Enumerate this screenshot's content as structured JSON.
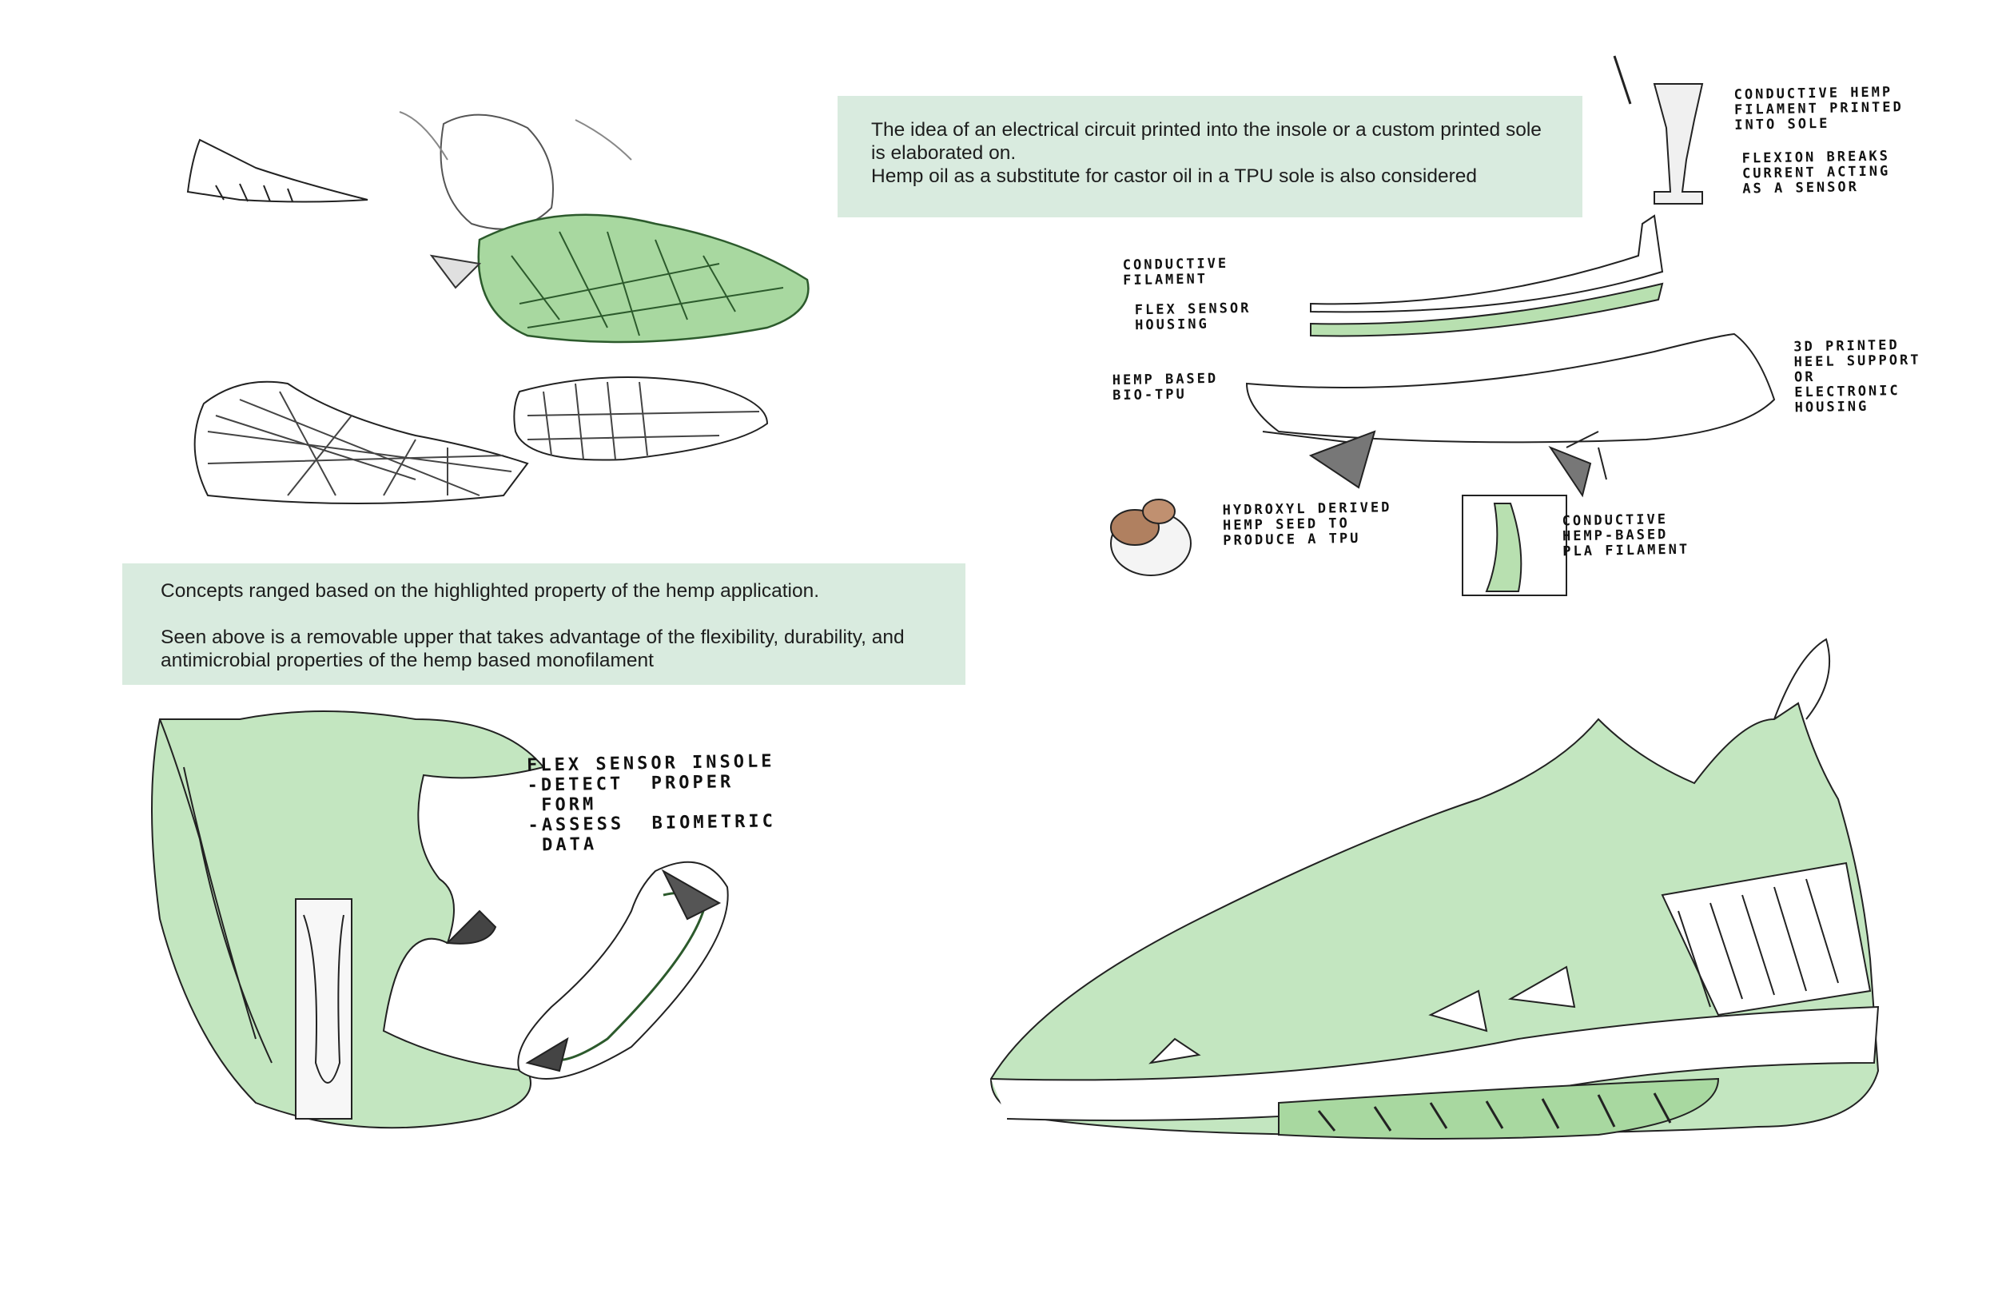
{
  "text_boxes": {
    "top": {
      "line1": "The idea of an electrical circuit printed into the insole or a custom printed sole is elaborated on.",
      "line2": "Hemp oil as a substitute for castor oil in a TPU sole is also considered"
    },
    "middle": {
      "line1": "Concepts ranged based on the highlighted property of the hemp application.",
      "line2": "Seen above is a removable upper that takes advantage of the flexibility, durability, and antimicrobial properties of the hemp based monofilament"
    }
  },
  "annotations": {
    "conductive_hemp": "CONDUCTIVE HEMP\nFILAMENT PRINTED\nINTO SOLE",
    "flexion": "FLEXION BREAKS\nCURRENT ACTING\nAS A SENSOR",
    "conductive_filament": "CONDUCTIVE\nFILAMENT",
    "flex_sensor_housing": "FLEX SENSOR\nHOUSING",
    "hemp_bio_tpu": "HEMP BASED\nBIO-TPU",
    "heel_support": "3D PRINTED\nHEEL SUPPORT\nOR\nELECTRONIC\nHOUSING",
    "hydroxyl": "HYDROXYL DERIVED\nHEMP SEED TO\nPRODUCE A TPU",
    "pla_filament": "CONDUCTIVE\nHEMP-BASED\nPLA FILAMENT",
    "insole_notes": "FLEX SENSOR INSOLE\n-DETECT  PROPER\n FORM\n-ASSESS  BIOMETRIC\n DATA"
  },
  "colors": {
    "box_fill": "#d9ebdf",
    "sketch_green": "#8fcc8f",
    "ink": "#1a1a1a"
  }
}
